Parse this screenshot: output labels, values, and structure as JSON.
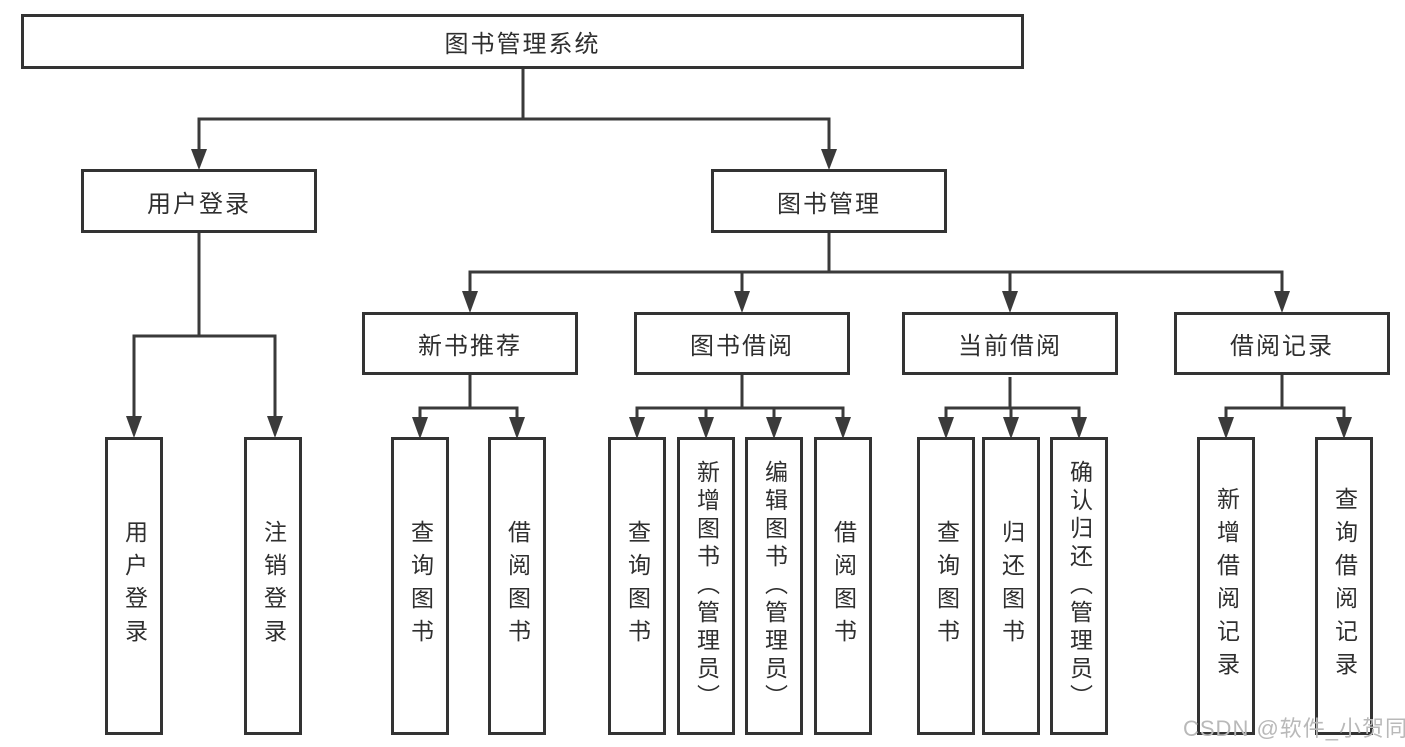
{
  "tree": {
    "label": "图书管理系统",
    "children": [
      {
        "label": "用户登录",
        "children": [
          {
            "label": "用户登录"
          },
          {
            "label": "注销登录"
          }
        ]
      },
      {
        "label": "图书管理",
        "children": [
          {
            "label": "新书推荐",
            "children": [
              {
                "label": "查询图书"
              },
              {
                "label": "借阅图书"
              }
            ]
          },
          {
            "label": "图书借阅",
            "children": [
              {
                "label": "查询图书"
              },
              {
                "label": "新增图书（管理员）"
              },
              {
                "label": "编辑图书（管理员）"
              },
              {
                "label": "借阅图书"
              }
            ]
          },
          {
            "label": "当前借阅",
            "children": [
              {
                "label": "查询图书"
              },
              {
                "label": "归还图书"
              },
              {
                "label": "确认归还（管理员）"
              }
            ]
          },
          {
            "label": "借阅记录",
            "children": [
              {
                "label": "新增借阅记录"
              },
              {
                "label": "查询借阅记录"
              }
            ]
          }
        ]
      }
    ]
  },
  "watermark": "CSDN @软件_小贺同学",
  "colors": {
    "line": "#3a3a3a",
    "box_border": "#333333",
    "text": "#2f2f2f",
    "watermark": "#b9b9b9",
    "background": "#ffffff"
  }
}
